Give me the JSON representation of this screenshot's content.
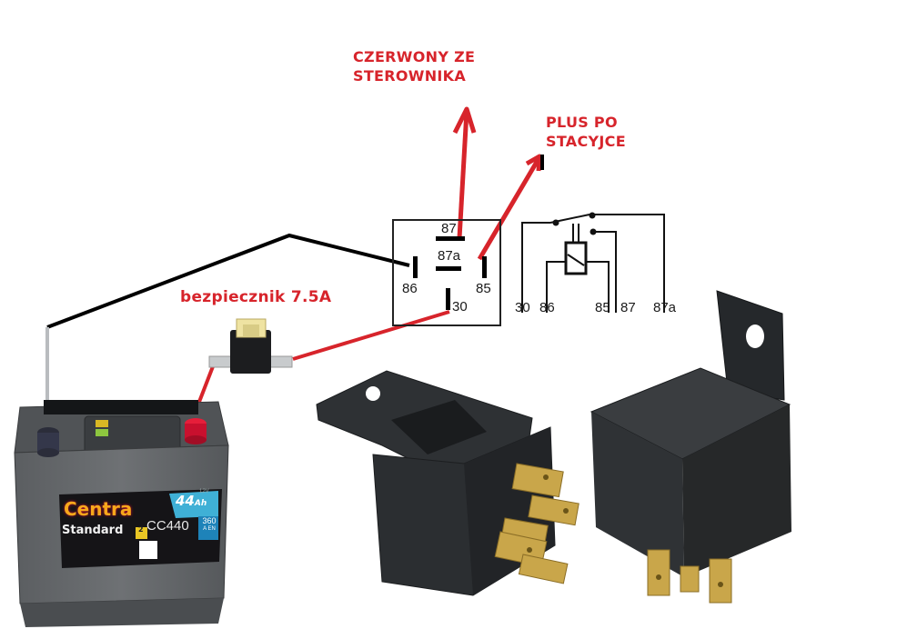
{
  "annotations": {
    "controller_wire": "CZERWONY ZE\nSTEROWNIKA",
    "controller_wire_line1": "CZERWONY ZE",
    "controller_wire_line2": "STEROWNIKA",
    "ignition_plus_line1": "PLUS PO",
    "ignition_plus_line2": "STACYJCE",
    "fuse": "bezpiecznik 7.5A"
  },
  "relay_pinout": {
    "pins": [
      "87",
      "87a",
      "86",
      "85",
      "30"
    ]
  },
  "relay_schematic": {
    "pins": [
      "30",
      "86",
      "85",
      "87",
      "87a"
    ]
  },
  "battery": {
    "brand": "Centra",
    "series": "Standard",
    "model": "CC440",
    "capacity": "44",
    "capacity_unit": "Ah",
    "cca": "360",
    "cca_unit": "A EN",
    "voltage": "12V",
    "warranty": "2"
  },
  "colors": {
    "annotation_red": "#d7242b",
    "wire_black": "#000000",
    "relay_body": "#2a2d2f",
    "terminal_brass": "#c9a64a"
  }
}
